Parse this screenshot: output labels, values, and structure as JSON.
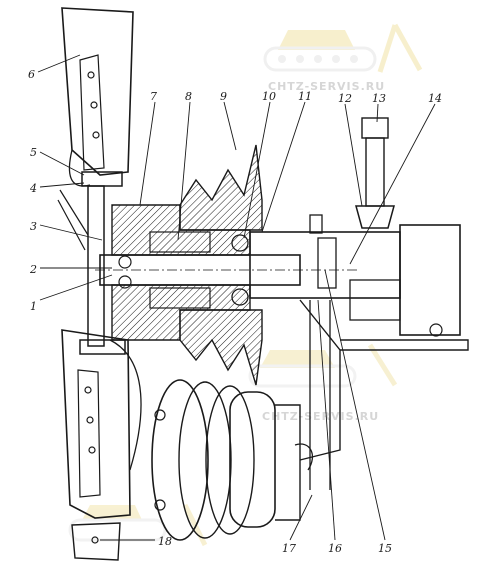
{
  "diagram": {
    "callouts": [
      "1",
      "2",
      "3",
      "4",
      "5",
      "6",
      "7",
      "8",
      "9",
      "10",
      "11",
      "12",
      "13",
      "14",
      "15",
      "16",
      "17",
      "18"
    ],
    "watermark": "CHTZ-SERVIS.RU",
    "colors": {
      "ink": "#1a1a1a",
      "paper": "#ffffff",
      "watermark": "#e8d48a"
    }
  }
}
